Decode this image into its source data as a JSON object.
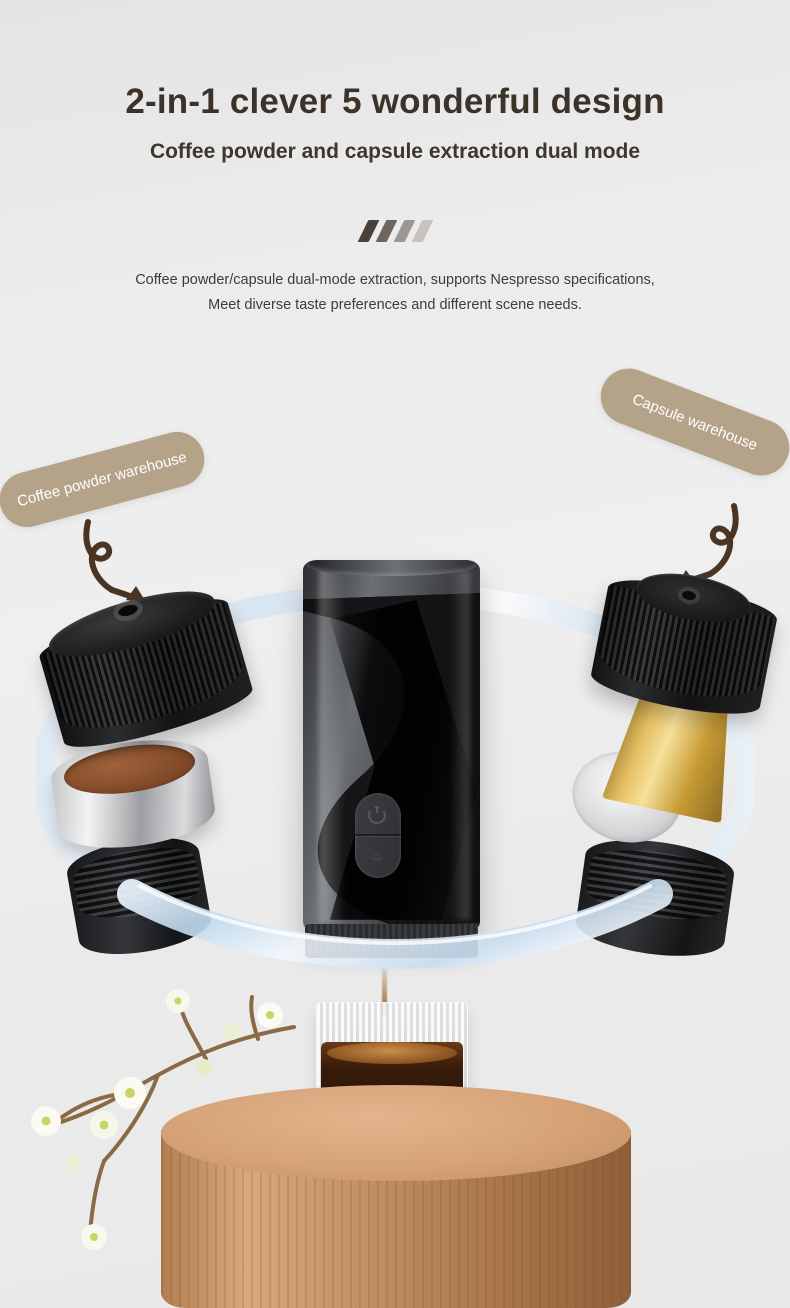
{
  "page": {
    "background_top": "#e4e4e4",
    "background_bottom": "#e9e9e9"
  },
  "header": {
    "headline": "2-in-1 clever 5 wonderful design",
    "subhead": "Coffee powder and capsule extraction dual mode",
    "headline_color": "#3b3229",
    "divider": {
      "name": "slash-divider",
      "count": 4,
      "colors": [
        "#4a4038",
        "#6e655c",
        "#9e9791",
        "#c6c2bd"
      ]
    }
  },
  "body": {
    "line1": "Coffee powder/capsule dual-mode extraction, supports Nespresso specifications,",
    "line2": "Meet diverse taste preferences and different scene needs."
  },
  "callouts": {
    "accent_color": "#b5a389",
    "arrow_color": "#4a3524",
    "left": {
      "label": "Coffee powder warehouse"
    },
    "right": {
      "label": "Capsule warehouse"
    }
  },
  "product": {
    "machine": {
      "name": "portable-espresso-machine",
      "body_color": "#55585d",
      "accent_color": "#0d0d0e",
      "buttons": [
        {
          "icon": "power-icon"
        },
        {
          "icon": "steam-icon",
          "glyph": "♨"
        }
      ]
    },
    "left_module": {
      "name": "coffee-powder-basket",
      "cap": "ribbed-black-cap",
      "basket_color": "#d9dbdd",
      "powder_color": "#7d4626"
    },
    "right_module": {
      "name": "nespresso-capsule",
      "cap": "ribbed-black-cap",
      "capsule_color": "#e5c063",
      "foil_color": "#d6d8da"
    },
    "cup": {
      "name": "fluted-glass-cup",
      "coffee_color": "#3a1d0a",
      "crema_color": "#8a5120"
    },
    "ring": {
      "name": "glass-ring",
      "color": "#cfe2f2"
    },
    "pedestal": {
      "name": "wood-pedestal",
      "color": "#c08f62"
    },
    "decor": {
      "name": "blossom-branch",
      "petal_color": "#fbfbf3",
      "center_color": "#c9d46a",
      "stem_color": "#8a6a45"
    }
  }
}
